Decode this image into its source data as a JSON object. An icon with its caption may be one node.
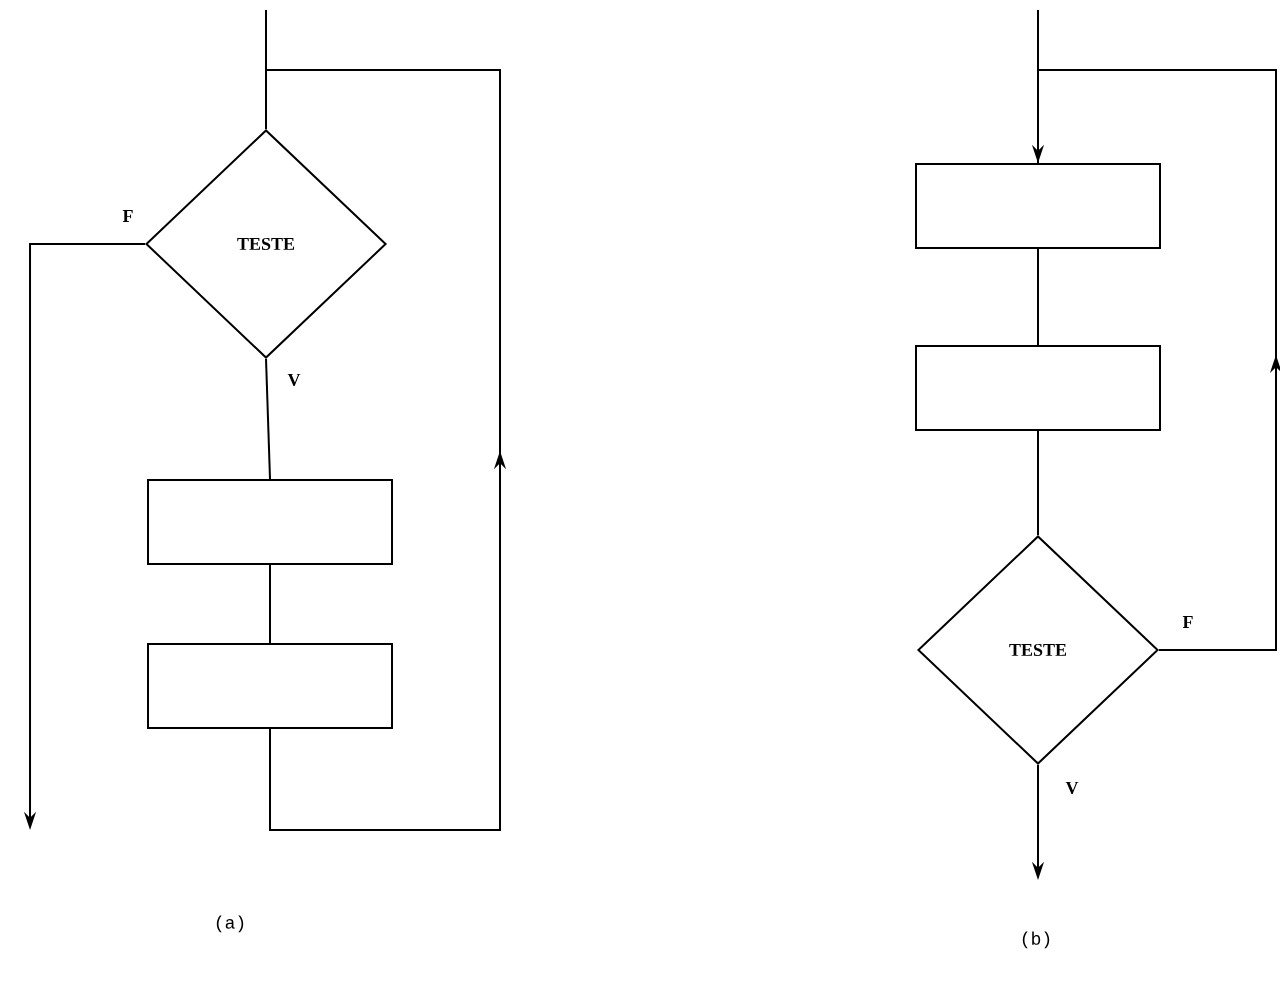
{
  "diagram": {
    "nodes": [
      {
        "text": [
          "TESTE"
        ]
      },
      {
        "text": [],
        "shape": "box"
      },
      {
        "text": [],
        "shape": "box"
      },
      {
        "text": [],
        "shape": "box"
      },
      {
        "text": [],
        "shape": "box"
      },
      {
        "text": [
          "TESTE"
        ]
      }
    ],
    "edges": [
      {
        "from": null,
        "to": 0,
        "arrow": "none"
      },
      {
        "from": 0,
        "to": null,
        "arrow": "to",
        "label": "F"
      },
      {
        "from": 0,
        "to": 1,
        "arrow": "none",
        "label": "V"
      },
      {
        "from": 1,
        "to": 2,
        "arrow": "none"
      },
      {
        "from": 2,
        "to": 0,
        "arrow": "to"
      },
      {
        "from": null,
        "to": 3,
        "arrow": "to"
      },
      {
        "from": 3,
        "to": 4,
        "arrow": "none"
      },
      {
        "from": 4,
        "to": 5,
        "arrow": "none"
      },
      {
        "from": 5,
        "to": 3,
        "arrow": "to",
        "label": "F"
      },
      {
        "from": 5,
        "to": null,
        "arrow": "to",
        "label": "V"
      }
    ],
    "labels": [
      "(a)",
      "(b)"
    ]
  }
}
